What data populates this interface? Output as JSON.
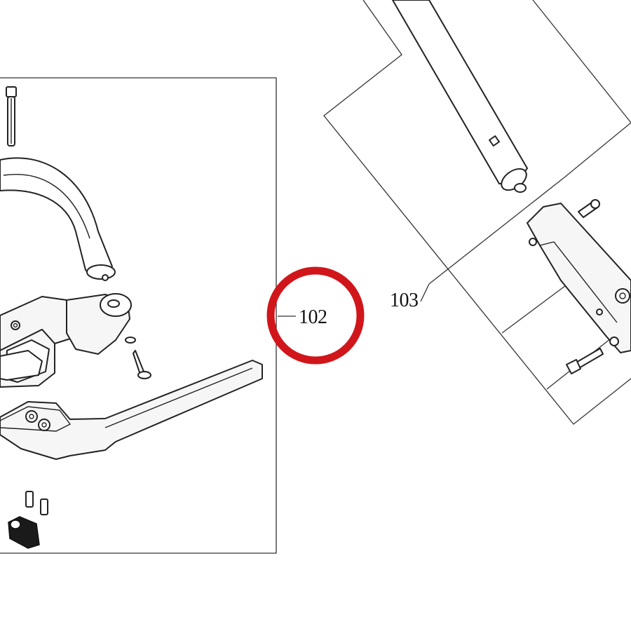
{
  "callouts": {
    "left": "102",
    "right": "103"
  },
  "highlight": {
    "target": "102",
    "color": "#d0161b"
  }
}
